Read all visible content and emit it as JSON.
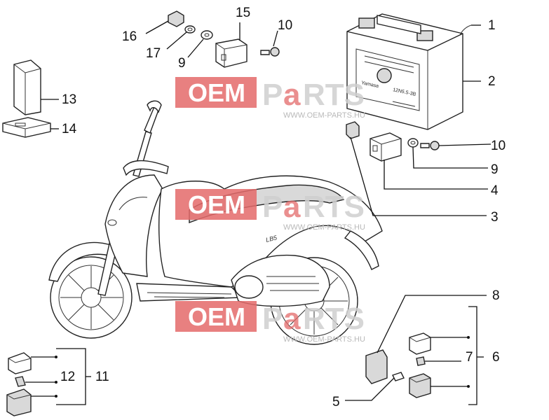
{
  "watermark": {
    "oem": "OEM",
    "parts_p": "P",
    "parts_a": "a",
    "parts_rest": "RTS",
    "url": "WWW.OEM-PARTS.HU"
  },
  "callouts": {
    "c1": "1",
    "c2": "2",
    "c3": "3",
    "c4": "4",
    "c5": "5",
    "c6": "6",
    "c7": "7",
    "c8": "8",
    "c9_top": "9",
    "c9_right": "9",
    "c10_top": "10",
    "c10_right": "10",
    "c11": "11",
    "c12": "12",
    "c13": "13",
    "c14": "14",
    "c15": "15",
    "c16": "16",
    "c17": "17"
  },
  "battery": {
    "label_line1": "Yamasa",
    "label_line2": "12N5.5-3B"
  },
  "scooter": {
    "side_badge": "LB5"
  }
}
